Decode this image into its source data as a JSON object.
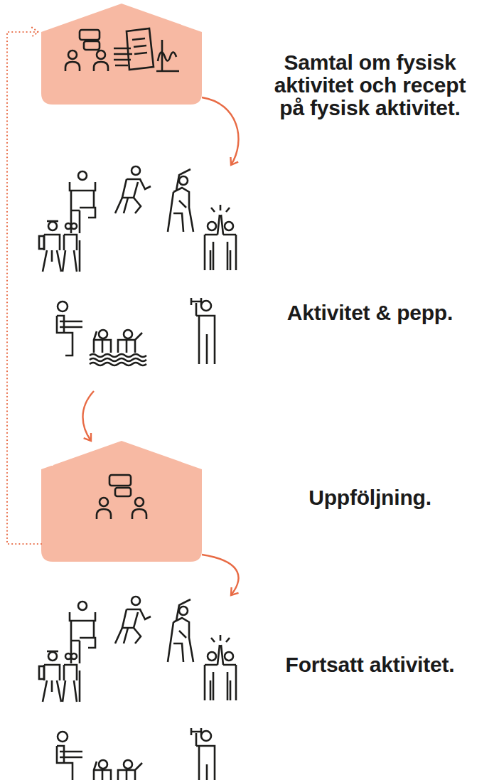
{
  "diagram": {
    "nodes": [
      {
        "text": [
          "Samtal om fysisk aktivitet och recept på fysisk aktivitet."
        ]
      },
      {
        "text": [
          "Aktivitet & pepp."
        ]
      },
      {
        "text": [
          "Uppföljning."
        ]
      },
      {
        "text": [
          "Fortsatt aktivitet."
        ]
      }
    ],
    "edges": [
      {
        "from": 0,
        "to": 1,
        "arrow": "to"
      },
      {
        "from": 1,
        "to": 2,
        "arrow": "to"
      },
      {
        "from": 2,
        "to": 3,
        "arrow": "to"
      },
      {
        "from": 2,
        "to": 0,
        "arrow": "to"
      }
    ]
  }
}
